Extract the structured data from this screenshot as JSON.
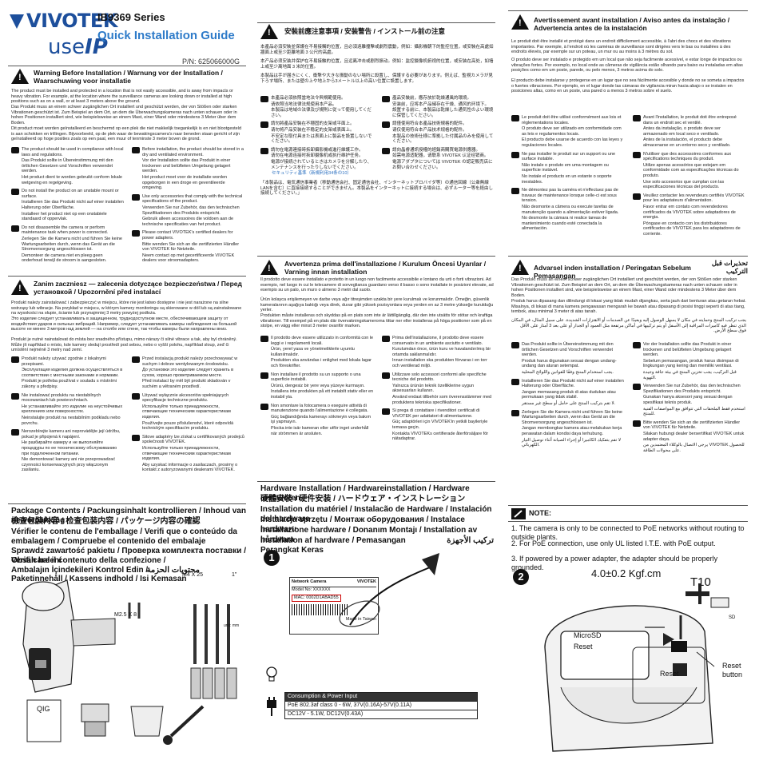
{
  "header": {
    "brand": "VIVOTEK",
    "use_ip_prefix": "use",
    "use_ip_suffix": "IP",
    "series": "IB9369 Series",
    "guide": "Quick Installation Guide",
    "part_number": "P/N: 625066000G"
  },
  "warning_col1": {
    "title": "Warning Before Installation / Warnung vor der Installation / Waarschuwing voor installatie",
    "para1": "The product must be installed and protected in a location that is not easily accessible, and is away from impacts or heavy vibration. For example, at the location where the surveillance cameras are looking down or installed at high positions such as on a wall, or at least 3 meters above the ground.",
    "para2": "Das Produkt muss an einem schwer zugänglichen Ort installiert und geschützt werden, der von Stößen oder starken Vibrationen geschützt ist. Zum Beispiel an dem Ort, an dem die Überwachungskameras nach unten schauen oder in hohen Positionen installiert sind, wie beispielsweise an einem Mast, einer Wand oder mindestens 3 Meter über dem Boden.",
    "para3": "Dit product moet worden geïnstalleerd en beschermd op een plek die niet makkelijk toegankelijk is en niet blootgesteld is aan schokken en trillingen. Bijvoorbeeld, op de plek waar de bewakingscamera's naar beneden staan gericht of zijn geïnstalleerd op hoge posities zoals op een paal, een muur of tenminste 3 meter boven de grond.",
    "left_items": [
      "The product should be used in compliance with local laws and regulations.",
      "Das Produkt sollte in Übereinstimmung mit den örtlichen Gesetzen und Vorschriften verwendet werden.",
      "Het product dient te worden gebruikt conform lokale wetgeving en regelgeving.",
      "Do not install the product on an unstable mount or surface.",
      "Installieren Sie das Produkt nicht auf einer instabilen Halterung oder Oberfläche.",
      "Installeer het product niet op een onstabiele standaard of oppervlak.",
      "Do not disassemble the camera or perform maintenance task when power is connected.",
      "Zerlegen Sie die Kamera nicht und führen Sie keine Wartungsarbeiten durch, wenn das Gerät an die Stromversorgung angeschlossen ist.",
      "Demonteer de camera niet en pleeg geen onderhoud terwijl de stroom is aangesloten."
    ],
    "right_items": [
      "Before installation, the product should be stored in a dry and ventilated environment.",
      "Vor der Installation sollte das Produkt in einer trockenen und belüfteten Umgebung gelagert werden.",
      "Het product moet voor de installatie worden opgeborgen in een droge en geventileerde omgeving.",
      "Use only accessories that comply with the technical specifications of the product.",
      "Verwenden Sie nur Zubehör, das den technischen Spezifikationen des Produkts entspricht.",
      "Gebruik alleen accessoires die voldoen aan de technische specificaties van het product.",
      "Please contact VIVOTEK's certified dealers for power adapters.",
      "Bitte wenden Sie sich an die zertifizierten Händler von VIVOTEK für Netzteile.",
      "Neem contact op met gecertificeerde VIVOTEK dealers voor stroomadapters."
    ]
  },
  "warning_col2": {
    "title_cjk": "安裝前應注意事項 / 安装警告 / インストール前の注意",
    "lines": [
      "本產品必須安裝並保護在不易接觸的位置，且必須遠離撞擊或劇烈震動，例如：攝影機朝下的監控位置，或安裝在高處如牆面上或至少距離地面 3 公尺的高處。",
      "本产品必须安装并保护在不易接触的位置，且远离冲击或剧烈振动。例如：监控摄像机俯视的位置，或安装在高处，如墙上或至少离地面 3 米的位置。",
      "本製品は手が届きにくく、衝撃や大きな振動のない場所に設置し、保護する必要があります。例えば、監視カメラが見下ろす場所、または壁の上や地上から3メートル以上の高い位置に設置します。"
    ],
    "left_items": [
      "本產品必須依照當地法令與規範使用。",
      "请依照当地法律法规使用本产品。",
      "本製品は地域の法律及び規則に従って使用してください。",
      "請勿將產品安裝在不穩固的支架或平面上。",
      "请勿将产品安装在不稳定的支架或表面上。",
      "不安定な取付具または表面上に製品を設置しないでください。",
      "請勿在電源連接時拆卸攝影機或進行維護工作。",
      "请勿在电源连接时拆卸摄像机或执行维护任务。",
      "電源が接続されているときはカメラを分解したり、メンテナンスを行ったりしないでください。"
    ],
    "right_items": [
      "產品安裝前，應存放於乾燥通風的環境。",
      "安装前，应将本产品储存在干燥、通风的环境下。",
      "設置する前に、本製品は乾燥した通気性のよい環境に保管してください。",
      "請僅使用符合本產品技術規格的配件。",
      "请仅使用符合本产品技术规格的配件。",
      "本製品の技術仕様に準拠した付属品のみを使用してください。",
      "請向晶睿通訊授權的經銷商購買電源供應器。",
      "如需电源适配器，请联系 VIVOTEK 认证经销商。",
      "電源アダプタについては VIVOTEK の認定販売店にお問い合わせください。"
    ],
    "safety_link": "セキュリティ基準（新規利用34条の10）",
    "note": "「本製品は、電気通信事業者（移動通信会社、固定通信会社、インターネットプロバイダ等）の通信回線（公衆無線LANを含む）に直接接続することができません。本製品をインターネットに接続する場合は、必ずルーター等を経由し接続してください。」"
  },
  "warning_col3": {
    "title": "Avertissement avant installation / Aviso antes da instalação / Advertencia antes de la instalación",
    "para1": "Le produit doit être installé et protégé dans un endroit difficilement accessible, à l'abri des chocs et des vibrations importantes. Par exemple, à l'endroit où les caméras de surveillance sont dirigées vers le bas ou installées à des endroits élevés, par exemple sur un poteau, un mur ou au moins à 3 mètres du sol.",
    "para2": "O produto deve ser instalado e protegido em um local que não seja facilmente acessível, e estar longe de impactos ou vibrações fortes. Por exemplo, no local onde as câmeras de vigilância estão olhando para baixo ou instaladas em altas posições como em um poste, parede, ou pelo menos, 3 metros acima do solo.",
    "para3": "El producto debe instalarse y protegerse en un lugar que no sea fácilmente accesible y donde no se someta a impactos o fuertes vibraciones. Por ejemplo, en el lugar donde las cámaras de vigilancia miran hacia abajo o se instalen en posiciones altas, como en un poste, una pared o a menos 3 metros sobre el suelo.",
    "left_items": [
      "Le produit doit être utilisé conformément aux lois et règlementations locales.",
      "O produto deve ser utilizado em conformidade com as leis e regulamentos locais.",
      "El producto debe usarse de acuerdo con las leyes y regulaciones locales.",
      "Ne pas installer le produit sur un support ou une surface instable.",
      "Não instale o produto em uma montagem ou superfície instável.",
      "No instale el producto en un estante o soporte inestables.",
      "Ne démontez pas la caméra et n'effectuez pas de travaux de maintenance lorsque celle-ci est sous tension.",
      "Não desmonte a câmera ou execute tarefas de manutenção quando a alimentação estiver ligada.",
      "No desmonte la cámara ni realice tareas de mantenimiento cuando esté conectada la alimentación."
    ],
    "right_items": [
      "Avant l'installation, le produit doit être entreposé dans un endroit sec et ventilé.",
      "Antes da instalação, o produto deve ser armazenado em local seco e ventilado.",
      "Antes de la instalación, el producto debe almacenarse en un entorno seco y ventilado.",
      "N'utiliser que des accessoires conformes aux spécifications techniques du produit.",
      "Utilize apenas acessórios que estejam em conformidade com as especificações técnicas do produto.",
      "Use solo accesorios que cumplan con las especificaciones técnicas del producto.",
      "Veuillez contacter les revendeurs certifiés VIVOTEK pour les adaptateurs d'alimentation.",
      "Favor entrar em contato com revendedores certificados da VIVOTEK sobre adaptadores de energia.",
      "Póngase en contacto con los distribuidores certificados de VIVOTEK para los adaptadores de corriente."
    ]
  },
  "warning_row2_col1": {
    "title": "Zanim zaczniesz — zalecenia dotyczące bezpieczeństwa / Перед установкой / Upozornění před instalací",
    "para1": "Produkt należy zainstalować i zabezpieczyć w miejscu, które nie jest łatwo dostępne i nie jest narażone na silne wstrząsy lub wibracje. Na przykład w miejscu, w którym kamery monitoringu są skierowane w dół lub są zainstalowane na wysokości na słupie, ścianie lub przynajmniej 3 metry powyżej podłoża.",
    "para2": "Это изделие следует устанавливать в защищенном, труднодоступном месте, обеспечивающем защиту от воздействия ударов и сильных вибраций. Например, следует устанавливать камеры наблюдения на большой высоте не менее 3 метров над землей — на столбе или стене, так чтобы камеры были направлены вниз.",
    "para3": "Produkt je nutné nainstalovat do místa bez snadného přístupu, mimo nárazy či silné vibrace a tak, aby byl chráněný. Může jít například o místo, kde kamery sledují prostředí pod sebou, nebo o vyšší polohu, například sloup, zeď či umístění nejméně 3 metry nad zemí.",
    "left_items": [
      "Produkt należy używać zgodnie z lokalnymi przepisami.",
      "Эксплуатация изделия должна осуществляться в соответствии с местными законами и нормами.",
      "Produkt je potřeba používat v souladu s místními zákony a předpisy.",
      "Nie instalować produktu na niestabilnych mocowaniach lub powierzchniach.",
      "Не устанавливайте это изделие на неустойчивых креплениях или поверхностях.",
      "Neinstalujte produkt na nestabilním podkladu nebo povrchu.",
      "Nerozebírejte kameru ani neprovádějte její údržbu, pokud je připojená k napájení.",
      "Не разбирайте камеру и не выполняйте процедуры по ее техническому обслуживанию при подключенном питании.",
      "Nie demontować kamery ani nie przeprowadzać czynności konserwacyjnych przy włączonym zasilaniu."
    ],
    "right_items": [
      "Przed instalacją produkt należy przechowywać w suchym i dobrze wentylowanym środowisku.",
      "До установки это изделие следует хранить в сухом, хорошо проветриваемом месте.",
      "Před instalací by měl být produkt skladován v suchém a větraném prostředí.",
      "Używać wyłącznie akcesoriów spełniających specyfikacje techniczne produktu.",
      "Используйте только принадлежности, отвечающие техническим характеристикам изделия.",
      "Používejte pouze příslušenství, které odpovídá technickým specifikacím produktu.",
      "Sitove adaptéry lze získat u certifikovaných prodejců společnosti VIVOTEK.",
      "Используйте только принадлежности, отвечающие техническим характеристикам изделия.",
      "Aby uzyskać informacje o zasilaczach, prosimy o kontakt z autoryzowanymi dealerami VIVOTEK."
    ]
  },
  "warning_row2_col2": {
    "title": "Avvertenza prima dell'installazione / Kurulum Öncesi Uyarılar / Varning innan installation",
    "para1": "Il prodotto deve essere installato e protetto in un luogo non facilmente accessibile e lontano da urti o forti vibrazioni. Ad esempio, nel luogo in cui le telecamere di sorveglianza guardano verso il basso o sono installate in posizioni elevate, ad esempio su un palo, un muro o almeno 3 metri dal suolo.",
    "para2": "Ürün kolayca erişilemeyen ve darbe veya ağır titreşimden uzakta bir yere kurulmalı ve korunmalıdır. Örneğin, güvenlik kameralarının aşağıya baktığı veya direk, duvar gibi yüksek pozisyonlara veya yerden en az 3 metre yükseğe kurulduğu yerler.",
    "para3": "Produkten måste installeras och skyddas på en plats som inte är lättillgänglig, där den inte utsätts för stötar och kraftiga vibrationer. Till exempel på en plats där övervakningskamerorna tittar ner eller installeras på höga positioner som på en stolpe, en vägg eller minst 3 meter ovanför marken.",
    "left_items": [
      "Il prodotto deve essere utilizzato in conformità con le leggi e i regolamenti locali.",
      "Ürün, yerel yasa ve yönetmeliklerle uyumlu kullanılmalıdır.",
      "Produkten ska användas i enlighet med lokala lagar och föreskrifter.",
      "Non installare il prodotto su un supporto o una superficie instabili.",
      "Ürünü, dengesiz bir yere veya yüzeye kurmayın.",
      "Installera inte produkten på ett instabilt stativ eller en instabil yta.",
      "Non smontare la fotocamera o eseguire attività di manutenzione quando l'alimentazione è collegata.",
      "Güç bağlandığında kamerayı sökmeyin veya bakım işi yapmayın.",
      "Plocka inte isär kameran eller utför inget underhåll när strömmen är ansluten."
    ],
    "right_items": [
      "Prima dell'installazione, il prodotto deve essere conservato in un ambiente asciutto e ventilato.",
      "Kurulumdan önce, ürün kuru ve havalandırılmış bir ortamda saklanmalıdır.",
      "Innan installation ska produkten förvaras i en torr och ventilerad miljö.",
      "Utilizzare solo accessori conformi alle specifiche tecniche del prodotto.",
      "Yalnızca ürünün teknik özelliklerine uygun aksesuarları kullanın.",
      "Använd endast tillbehör som överensstämmer med produktens tekniska specifikationer.",
      "Si prega di contattare i rivenditori certificati di VIVOTEK per adattatori di alimentazione.",
      "Güç adaptörleri için VIVOTEK'in yetkili bayileriyle temasa geçin.",
      "Kontakta VIVOTEKs certifierade återförsäljare för nätadaptrar."
    ]
  },
  "warning_row2_col3": {
    "title": "Advarsel inden installation / Peringatan Sebelum Pemasangan",
    "title_ar": "تحذيرات قبل التركيب",
    "para1": "Das Produkt muss an einem schwer zugänglichen Ort installiert und geschützt werden, der von Stößen oder starken Vibrationen geschützt ist. Zum Beispiel an dem Ort, an dem die Überwachungskameras nach unten schauen oder in hohen Positionen installiert sind, wie beispielsweise an einem Mast, einer Wand oder mindestens 3 Meter über dem Boden.",
    "para2": "Produk harus dipasang dan dilindungi di lokasi yang tidak mudah dijangkau, serta jauh dari benturan atau getaran hebat. Misalnya, di lokasi di mana kamera pengawasan mengarah ke bawah atau dipasang di posisi tinggi seperti di atas tiang, tembok, atau minimal 3 meter di atas tanah.",
    "para_ar": "يجب تركيب المنتج وحمايته في مكان لا يسهل الوصول إليه وبعيدًا عن الصدمات أو الاهتزازات الشديدة. على سبيل المثال، في المكان الذي تنظر فيه كاميرات المراقبة إلى الأسفل أو يتم تركيبها في أماكن مرتفعة مثل العمود أو الجدار أو على بعد 3 أمتار على الأقل فوق سطح الأرض.",
    "left_items": [
      "Das Produkt sollte in Übereinstimmung mit den örtlichen Gesetzen und Vorschriften verwendet werden.",
      "Produk harus digunakan sesuai dengan undang-undang dan aturan setempat.",
      "يجب استخدام المنتج وفقًا للقوانين واللوائح المحلية.",
      "Installieren Sie das Produkt nicht auf einer instabilen Halterung oder Oberfläche.",
      "Jangan memasang produk di atas dudukan atau permukaan yang tidak stabil.",
      "لا تقم بتركيب المنتج على حامل أو سطح غير مستقر.",
      "Zerlegen Sie die Kamera nicht und führen Sie keine Wartungsarbeiten durch, wenn das Gerät an die Stromversorgung angeschlossen ist.",
      "Jangan membongkar kamera atau melakukan kerja perawatan dalam kondisi daya terhubung.",
      "لا تقم بتفكيك الكاميرا أو إجراء الصيانة أثناء توصيل التيار الكهربائي."
    ],
    "right_items": [
      "Vor der Installation sollte das Produkt in einer trockenen und belüfteten Umgebung gelagert werden.",
      "Sebelum pemasangan, produk harus disimpan di lingkungan yang kering dan memiliki ventilasi.",
      "قبل التركيب، يجب تخزين المنتج في بيئة جافة وجيدة التهوية.",
      "Verwenden Sie nur Zubehör, das den technischen Spezifikationen des Produkts entspricht.",
      "Gunakan hanya aksesori yang sesuai dengan spesifikasi teknis produk.",
      "استخدم فقط الملحقات التي تتوافق مع المواصفات الفنية للمنتج.",
      "Bitte wenden Sie sich an die zertifizierten Händler von VIVOTEK für Netzteile.",
      "Silakan hubungi dealer bersertifikat VIVOTEK untuk adapter daya.",
      "يرجى الاتصال بالوكلاء المعتمدين من VIVOTEK للحصول على محولات الطاقة."
    ]
  },
  "package": {
    "titles": [
      "Package Contents / Packungsinhalt kontrollieren / Inhoud van de verpakking",
      "檢查包裝內容 / 检查包装内容 / パッケージ内容の確認",
      "Vérifier le contenu de l'emballage / Verifi que o conteúdo da embalagem / Compruebe el contenido del embalaje",
      "Sprawdź zawartość pakietu / Проверка комплекта поставки / Obsah balení",
      "Verifi care il contenuto della confezione / Ambalajın İçindekileri Kontrol Edin / Paketinnehåll / Kassens indhold / Isi Kemasan",
      "محتويات الحزمة"
    ],
    "screw_label1": "M4 X 25",
    "screw_label2": "1\"",
    "screw_label3": "M2.5 X 8",
    "qig_label": "QIG",
    "unit": "unit: mm"
  },
  "hardware": {
    "titles": [
      "Hardware Installation / Hardwareinstallation / Hardware installeren",
      "硬體安裝 / 硬件安装 / ハードウェア・インストレーション",
      "Installation du matériel / Instalacão de Hardware / Instalación del hardware",
      "Instalacja sprzętu / Монтаж оборудования / Instalace hardwaru",
      "Installazione hardware / Donanım Montajı / Installation av hårdvara",
      "Installation af hardware / Pemasangan Perangkat Keras",
      "تركيب الأجهزة"
    ],
    "step1": "1",
    "label_title": "Network Camera",
    "label_brand": "VIVOTEK",
    "label_model": "Model No: XXXXXX",
    "label_mac": "MAC: 0002D1ABAD55",
    "label_madein": "Made in Taiwan",
    "power_table": {
      "header": "Consumption & Power Input",
      "rows": [
        "PoE 802.3af class 0 - 6W, 37V(0.16A)-57V(0.11A)",
        "DC12V - 5.1W, DC12V(0.43A)"
      ]
    }
  },
  "notes": {
    "title": "NOTE:",
    "items": [
      "1. The camera is only to be connected to PoE networks without routing to outside plants.",
      "2. For PoE connection, use only UL listed I.T.E. with PoE output.",
      "3. If powered by a power adapter, the adapter should be properly grounded."
    ]
  },
  "step2": {
    "number": "2",
    "torque": "4.0±0.2 Kgf.cm",
    "driver": "T10",
    "microsd": "MicroSD",
    "reset": "Reset",
    "reset2": "Reset",
    "reset_button": "Reset button",
    "card_label": "SD"
  }
}
